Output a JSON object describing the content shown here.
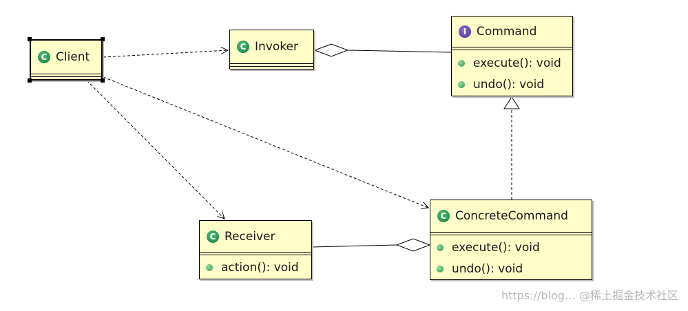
{
  "diagram": {
    "classes": {
      "client": {
        "name": "Client",
        "stereotype_icon": "class-icon"
      },
      "invoker": {
        "name": "Invoker",
        "stereotype_icon": "class-icon"
      },
      "command": {
        "name": "Command",
        "stereotype_icon": "interface-icon",
        "operations": [
          "execute(): void",
          "undo(): void"
        ]
      },
      "receiver": {
        "name": "Receiver",
        "stereotype_icon": "class-icon",
        "operations": [
          "action(): void"
        ]
      },
      "concrete_command": {
        "name": "ConcreteCommand",
        "stereotype_icon": "class-icon",
        "operations": [
          "execute(): void",
          "undo(): void"
        ]
      }
    },
    "badges": {
      "class_letter": "C",
      "interface_letter": "I"
    }
  },
  "watermark": "https://blog… @稀土掘金技术社区",
  "colors": {
    "class_fill": "#fffdc8",
    "class_icon": "#1f8a4c",
    "interface_icon": "#5b3ea8",
    "operation_dot": "#3fae5e"
  }
}
